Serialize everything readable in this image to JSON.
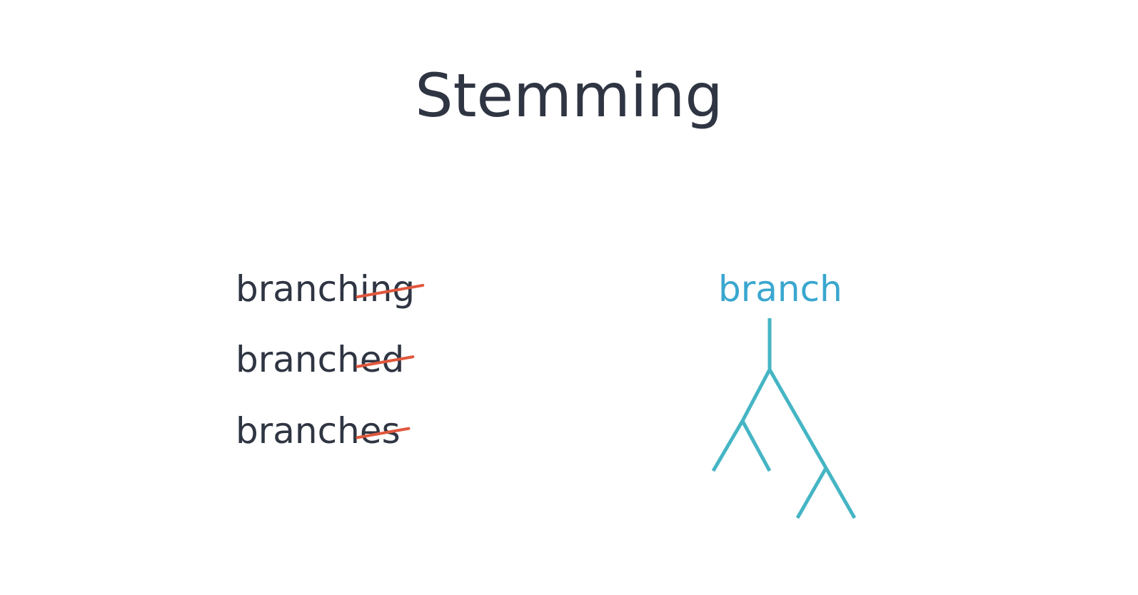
{
  "title": "Stemming",
  "words": [
    {
      "stem": "branch",
      "suffix": "ing"
    },
    {
      "stem": "branch",
      "suffix": "ed"
    },
    {
      "stem": "branch",
      "suffix": "es"
    }
  ],
  "result": "branch",
  "colors": {
    "text": "#2f3542",
    "strike": "#e0573d",
    "stem": "#3aa7cf",
    "tree": "#45b5c4"
  },
  "icons": {
    "tree": "branching-tree-icon"
  }
}
